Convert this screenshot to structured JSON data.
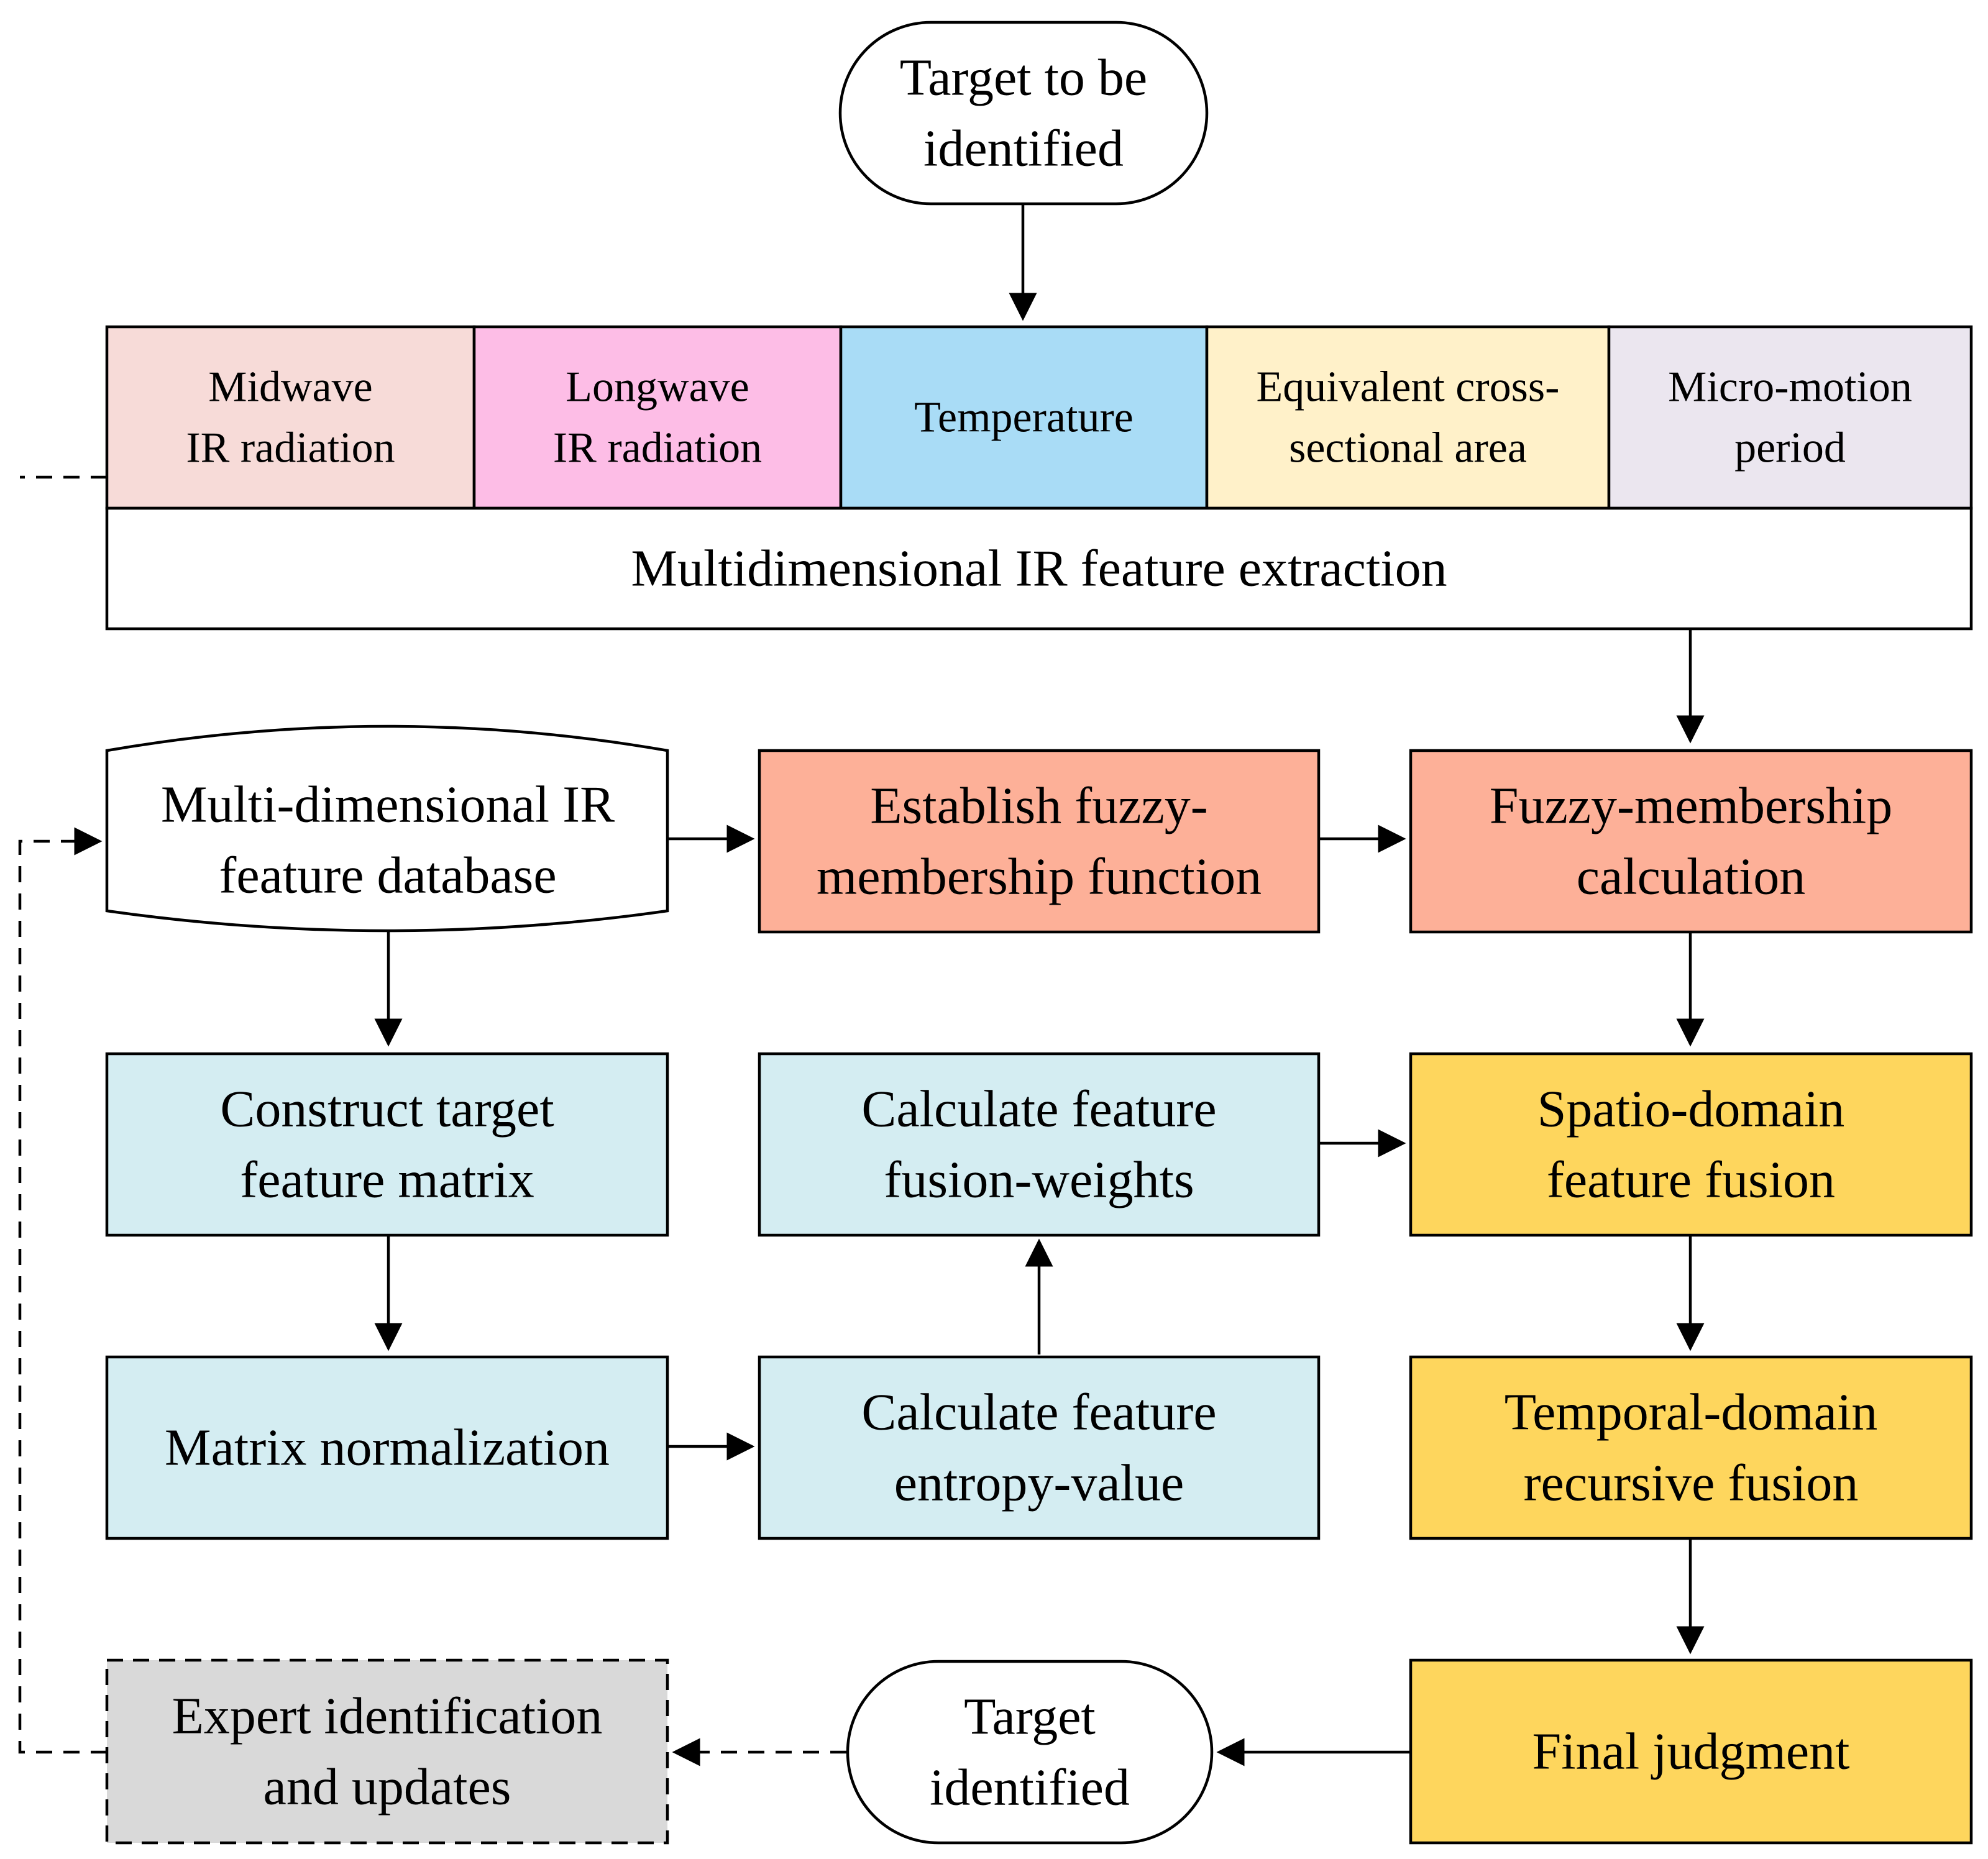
{
  "colors": {
    "midwave": "#f7dbd8",
    "longwave": "#fdbde6",
    "temperature": "#a9dcf6",
    "cross_section": "#fff1c9",
    "micro_motion": "#ebe6ef",
    "salmon": "#fdb098",
    "light_blue": "#d4edf2",
    "yellow": "#fed65d",
    "gray": "#d9d9d9",
    "white": "#ffffff",
    "line": "#000000"
  },
  "nodes": {
    "start": {
      "lines": [
        "Target to be",
        "identified"
      ]
    },
    "features": [
      {
        "lines": [
          "Midwave",
          "IR radiation"
        ],
        "color": "midwave"
      },
      {
        "lines": [
          "Longwave",
          "IR radiation"
        ],
        "color": "longwave"
      },
      {
        "lines": [
          "Temperature"
        ],
        "color": "temperature"
      },
      {
        "lines": [
          "Equivalent cross-",
          "sectional area"
        ],
        "color": "cross_section"
      },
      {
        "lines": [
          "Micro-motion",
          "period"
        ],
        "color": "micro_motion"
      }
    ],
    "extraction": {
      "lines": [
        "Multidimensional IR feature extraction"
      ]
    },
    "database": {
      "lines": [
        "Multi-dimensional IR",
        "feature database"
      ]
    },
    "establish_fuzzy": {
      "lines": [
        "Establish fuzzy-",
        "membership function"
      ]
    },
    "fuzzy_calc": {
      "lines": [
        "Fuzzy-membership",
        "calculation"
      ]
    },
    "construct_matrix": {
      "lines": [
        "Construct target",
        "feature matrix"
      ]
    },
    "calc_weights": {
      "lines": [
        "Calculate feature",
        "fusion-weights"
      ]
    },
    "spatio_fusion": {
      "lines": [
        "Spatio-domain",
        "feature fusion"
      ]
    },
    "normalization": {
      "lines": [
        "Matrix normalization"
      ]
    },
    "calc_entropy": {
      "lines": [
        "Calculate feature",
        "entropy-value"
      ]
    },
    "temporal_fusion": {
      "lines": [
        "Temporal-domain",
        "recursive fusion"
      ]
    },
    "expert": {
      "lines": [
        "Expert identification",
        "and updates"
      ]
    },
    "target_identified": {
      "lines": [
        "Target",
        "identified"
      ]
    },
    "final_judgment": {
      "lines": [
        "Final judgment"
      ]
    }
  }
}
